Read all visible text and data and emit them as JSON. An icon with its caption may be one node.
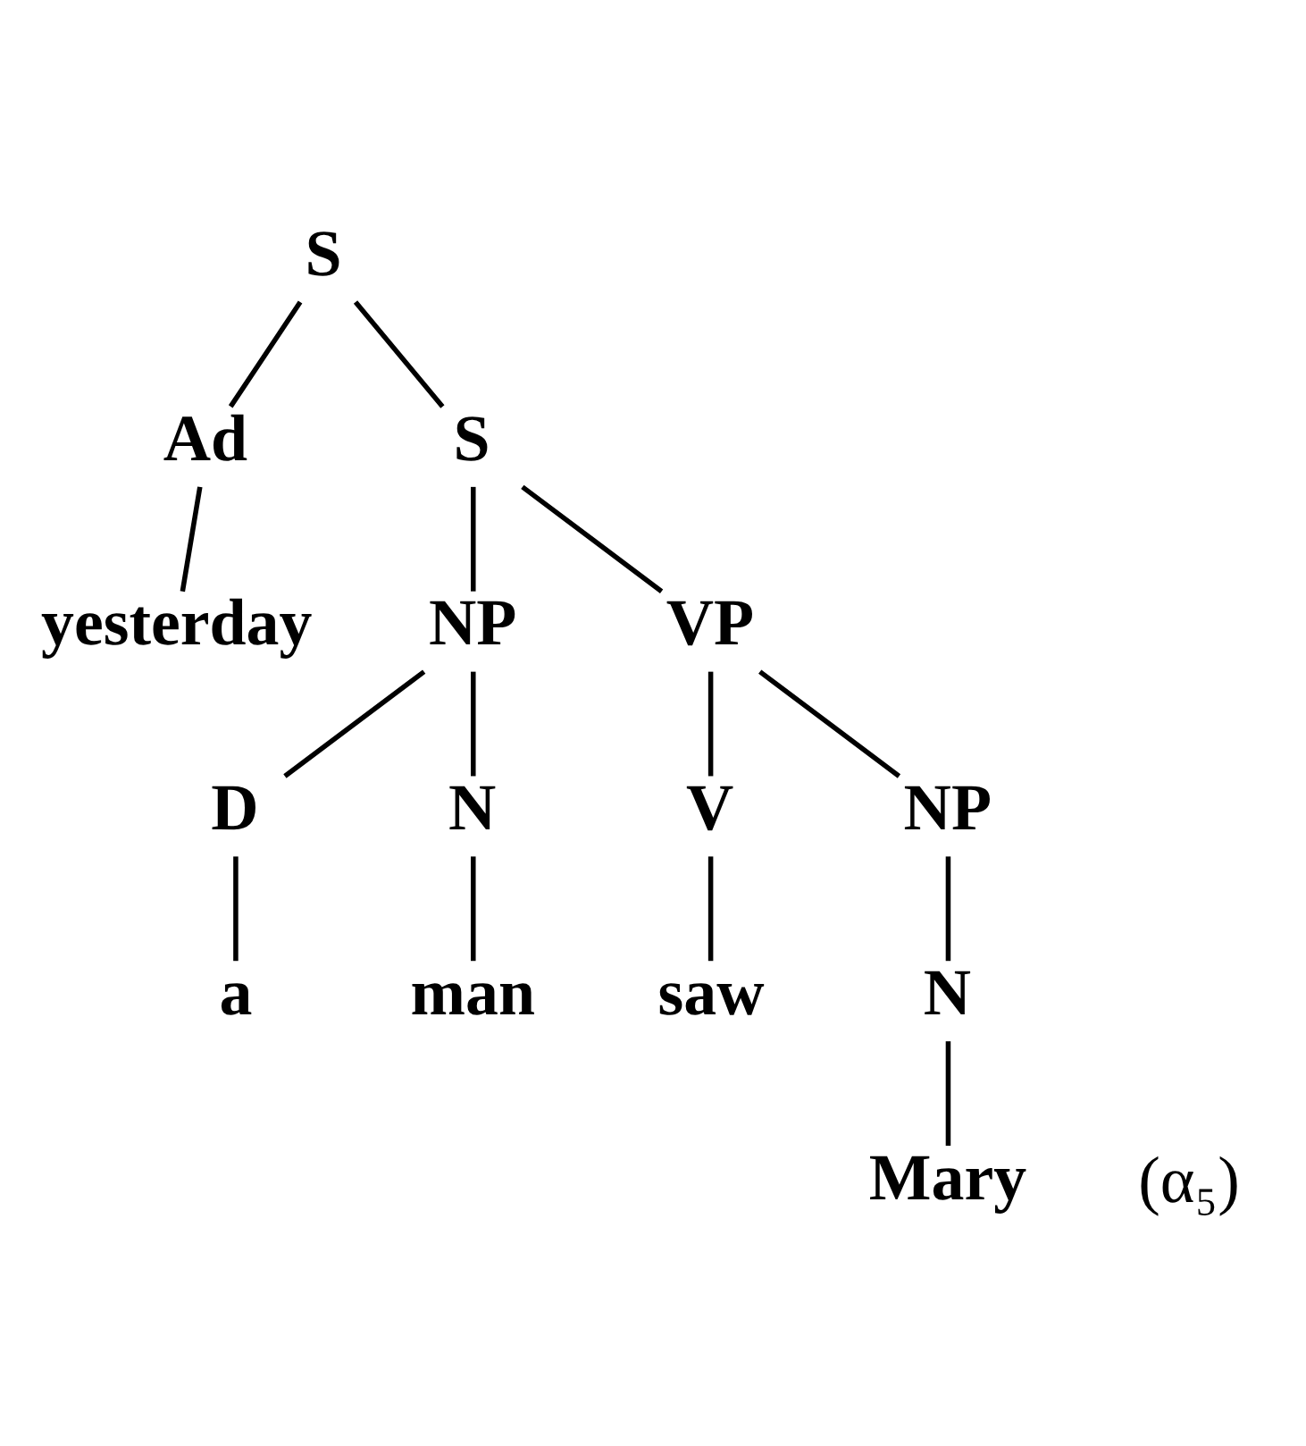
{
  "diagram": {
    "nodes": [
      {
        "text": [
          "S"
        ]
      },
      {
        "text": [
          "Ad"
        ]
      },
      {
        "text": [
          "S"
        ]
      },
      {
        "text": [
          "yesterday"
        ]
      },
      {
        "text": [
          "NP"
        ]
      },
      {
        "text": [
          "VP"
        ]
      },
      {
        "text": [
          "D"
        ]
      },
      {
        "text": [
          "N"
        ]
      },
      {
        "text": [
          "V"
        ]
      },
      {
        "text": [
          "NP"
        ]
      },
      {
        "text": [
          "a"
        ]
      },
      {
        "text": [
          "man"
        ]
      },
      {
        "text": [
          "saw"
        ]
      },
      {
        "text": [
          "N"
        ]
      },
      {
        "text": [
          "Mary"
        ]
      }
    ],
    "edges": [
      {
        "from": 0,
        "to": 1,
        "arrow": "none"
      },
      {
        "from": 0,
        "to": 2,
        "arrow": "none"
      },
      {
        "from": 1,
        "to": 3,
        "arrow": "none"
      },
      {
        "from": 2,
        "to": 4,
        "arrow": "none"
      },
      {
        "from": 2,
        "to": 5,
        "arrow": "none"
      },
      {
        "from": 4,
        "to": 6,
        "arrow": "none"
      },
      {
        "from": 4,
        "to": 7,
        "arrow": "none"
      },
      {
        "from": 5,
        "to": 8,
        "arrow": "none"
      },
      {
        "from": 5,
        "to": 9,
        "arrow": "none"
      },
      {
        "from": 6,
        "to": 10,
        "arrow": "none"
      },
      {
        "from": 7,
        "to": 11,
        "arrow": "none"
      },
      {
        "from": 8,
        "to": 12,
        "arrow": "none"
      },
      {
        "from": 9,
        "to": 13,
        "arrow": "none"
      },
      {
        "from": 13,
        "to": 14,
        "arrow": "none"
      }
    ],
    "labels": [
      "(α₅)"
    ]
  }
}
